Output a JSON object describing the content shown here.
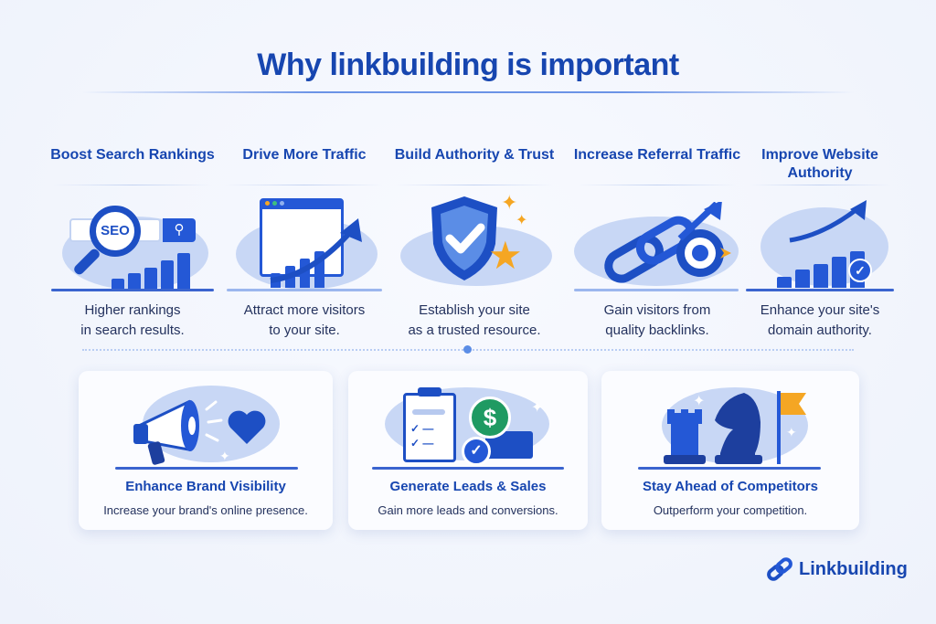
{
  "header": {
    "title": "Why linkbuilding is important"
  },
  "top_benefits": [
    {
      "title": "Boost Search Rankings",
      "icon": "seo-search-icon",
      "search_text": "SEO",
      "desc_line1": "Higher rankings",
      "desc_line2": "in search results."
    },
    {
      "title": "Drive More Traffic",
      "icon": "browser-growth-chart-icon",
      "desc_line1": "Attract more visitors",
      "desc_line2": "to your site."
    },
    {
      "title": "Build Authority & Trust",
      "icon": "shield-check-icon",
      "desc_line1": "Establish your site",
      "desc_line2": "as a trusted resource."
    },
    {
      "title": "Increase Referral Traffic",
      "icon": "chain-link-target-icon",
      "desc_line1": "Gain visitors from",
      "desc_line2": "quality backlinks."
    },
    {
      "title_line1": "Improve Website",
      "title_line2": "Authority",
      "icon": "authority-growth-icon",
      "desc_line1": "Enhance your site's",
      "desc_line2": "domain authority."
    }
  ],
  "bottom_benefits": [
    {
      "title": "Enhance Brand Visibility",
      "icon": "megaphone-heart-icon",
      "desc": "Increase your brand's online presence."
    },
    {
      "title": "Generate Leads & Sales",
      "icon": "clipboard-dollar-icon",
      "desc": "Gain more leads and conversions.",
      "coin_symbol": "$"
    },
    {
      "title": "Stay Ahead of Competitors",
      "icon": "chess-flag-icon",
      "desc": "Outperform your competition."
    }
  ],
  "brand": {
    "name": "Linkbuilding",
    "icon": "chain-link-logo-icon"
  },
  "colors": {
    "primary": "#1746b0",
    "accent_blue": "#2458d6",
    "light_blue": "#c8d7f5",
    "gold": "#f5a623",
    "green": "#1f9a62",
    "text": "#24325e",
    "background": "#f3f6fd"
  }
}
